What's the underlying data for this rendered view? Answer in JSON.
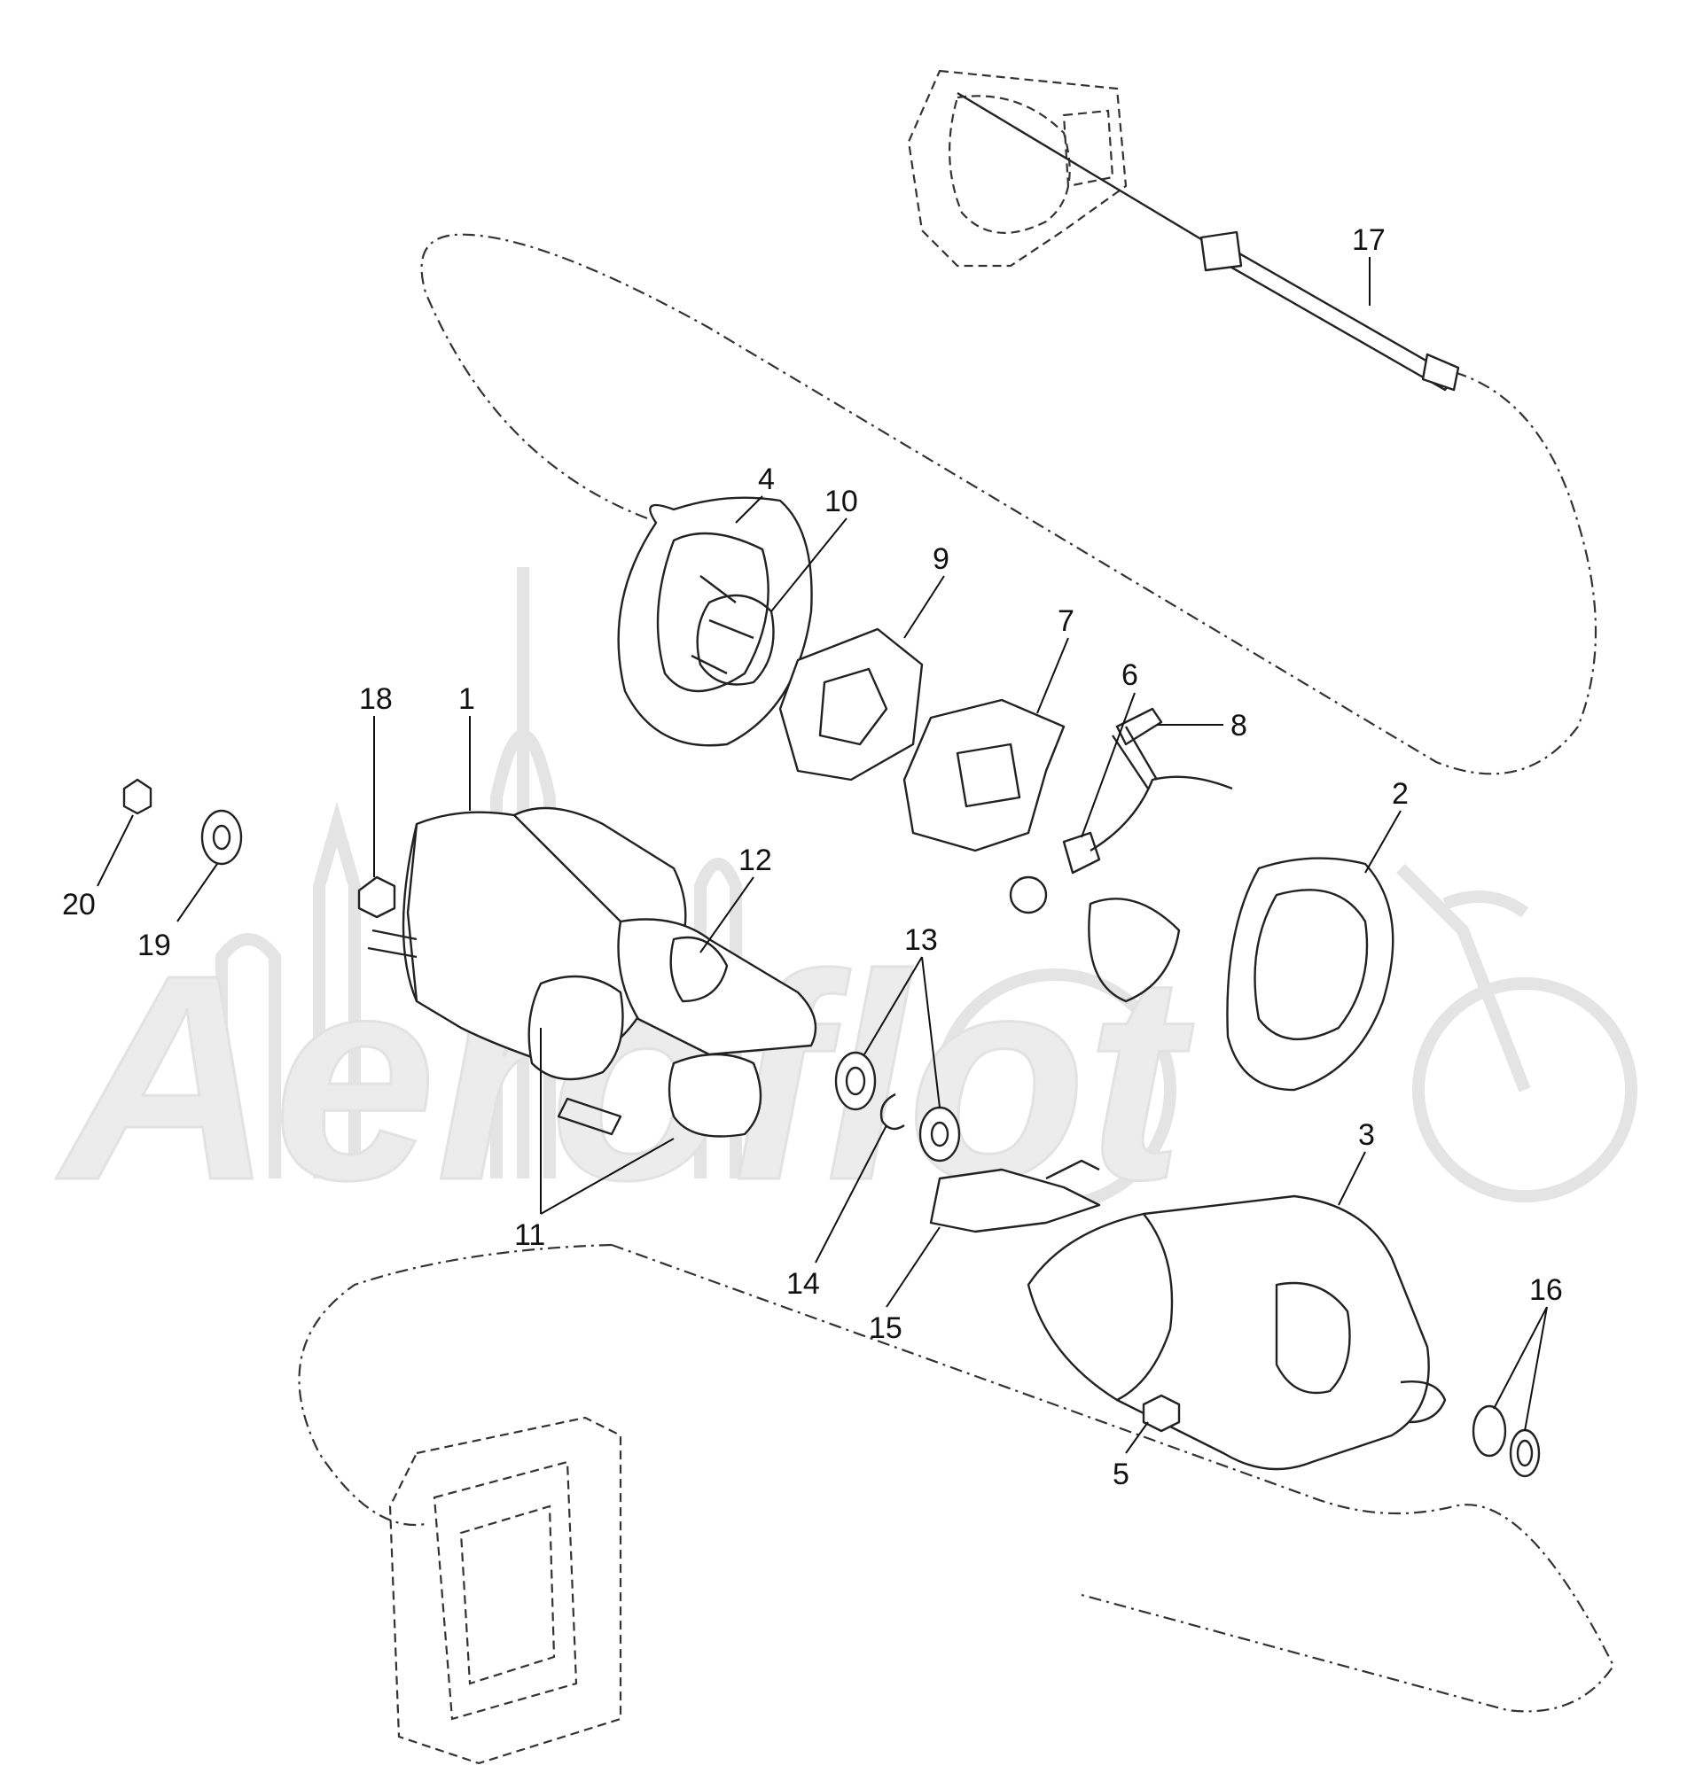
{
  "watermark": {
    "text": "Aeroflot"
  },
  "callouts": [
    "1",
    "2",
    "3",
    "4",
    "5",
    "6",
    "7",
    "8",
    "9",
    "10",
    "11",
    "12",
    "13",
    "14",
    "15",
    "16",
    "17",
    "18",
    "19",
    "20"
  ]
}
